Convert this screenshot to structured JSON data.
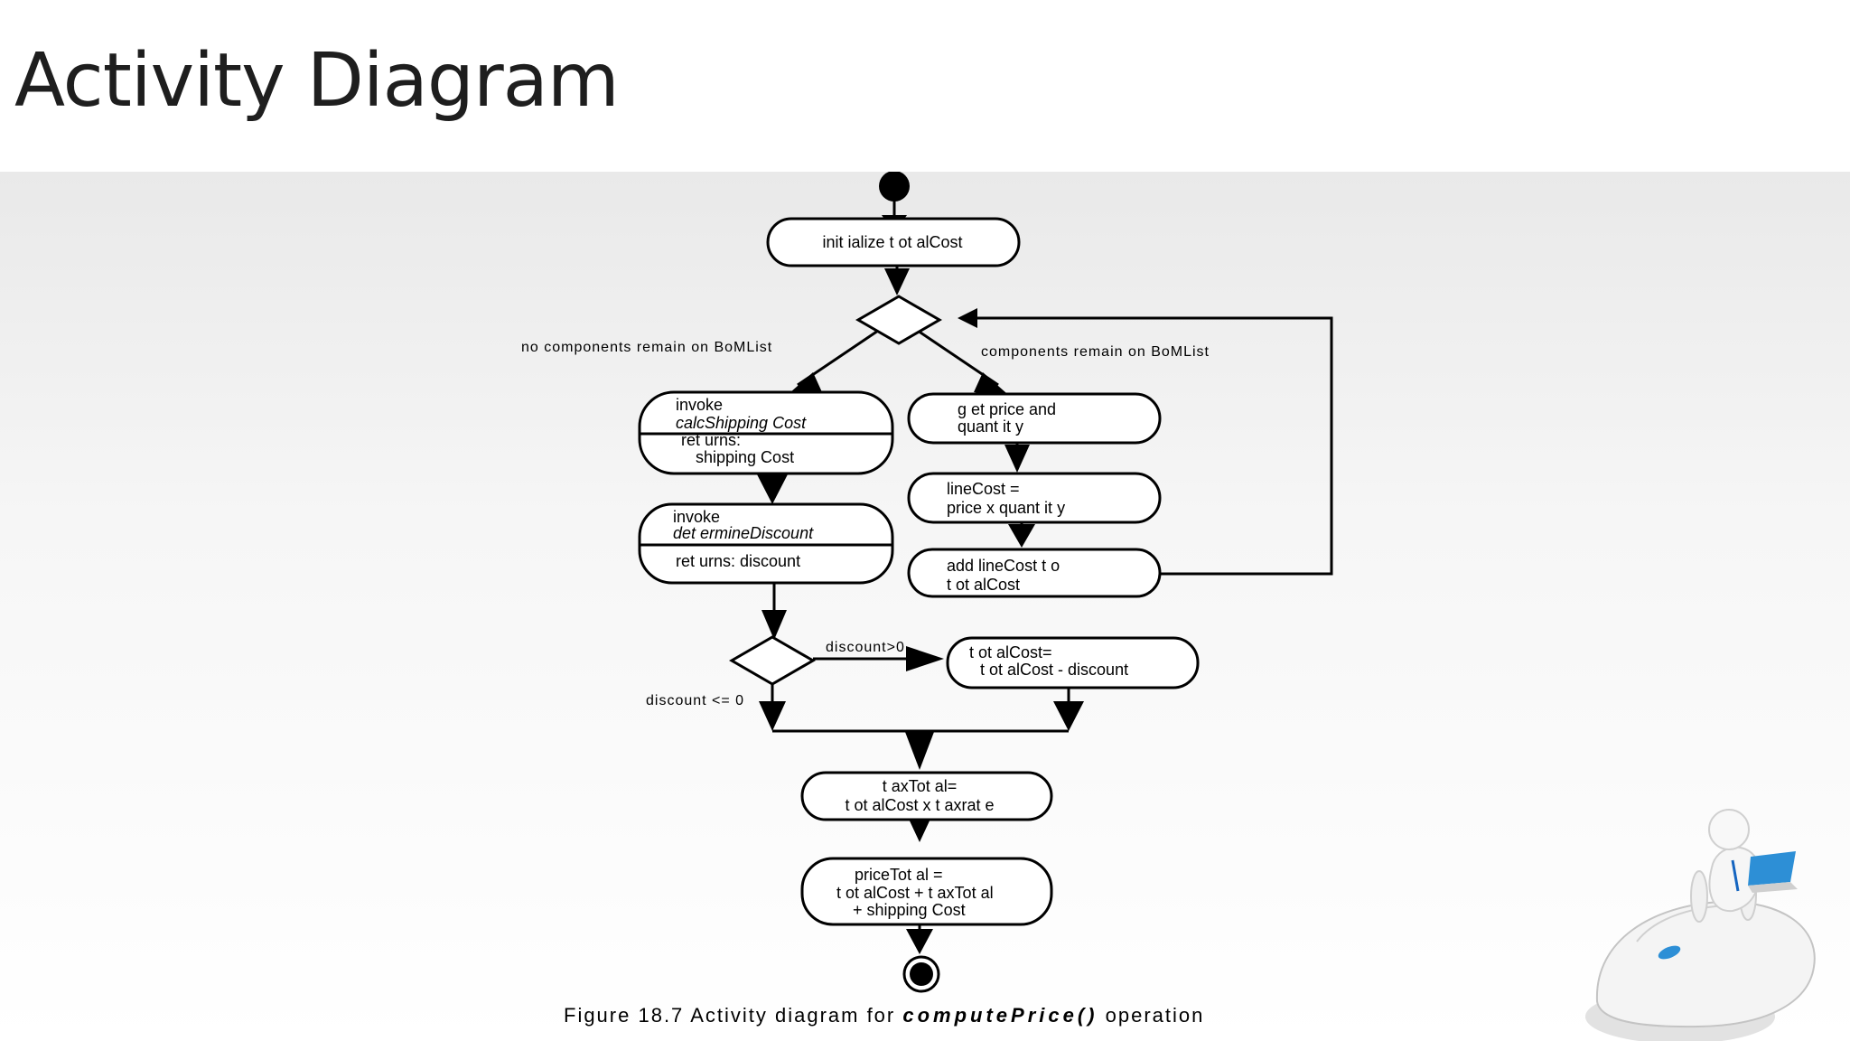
{
  "slide": {
    "title": "Activity Diagram"
  },
  "diagram": {
    "nodes": {
      "init": "init ialize   t ot alCost",
      "calc_1": "invoke",
      "calc_2": "calcShipping Cost",
      "calc_3": "ret urns:",
      "calc_4": "shipping Cost",
      "det_1": "invoke",
      "det_2": "det ermineDiscount",
      "det_3": "ret urns:  discount",
      "get_1": "g et  price  and",
      "get_2": "quant it y",
      "line_1": "lineCost    =",
      "line_2": "price  x  quant it y",
      "add_1": "add   lineCost   t o",
      "add_2": "t ot alCost",
      "sub_1": "t ot alCost=",
      "sub_2": "t ot alCost   -  discount",
      "tax_1": "t axTot al=",
      "tax_2": "t ot alCost   x t axrat e",
      "price_1": "priceTot al  =",
      "price_2": "t ot alCost   + t axTot al",
      "price_3": "+ shipping Cost"
    },
    "guards": {
      "no_components": "no  components  remain  on BoMList",
      "components": "components  remain  on BoMList",
      "discount_gt": "discount>0",
      "discount_le": "discount <= 0"
    },
    "caption": {
      "prefix": "Figure 18.7   Activity diagram for ",
      "operation": "computePrice()",
      "suffix": " operation"
    }
  }
}
